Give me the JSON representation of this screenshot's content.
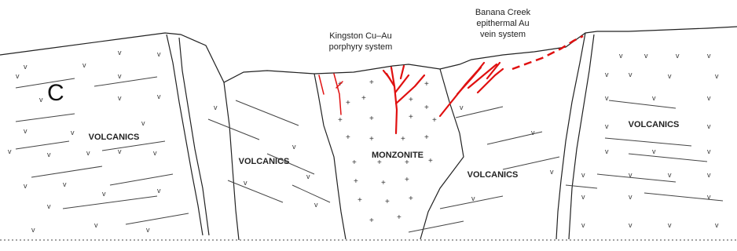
{
  "panel_letter": "C",
  "annotations": {
    "porphyry": [
      "Kingston Cu–Au",
      "porphyry system"
    ],
    "epithermal": [
      "Banana Creek",
      "epithermal Au",
      "vein system"
    ]
  },
  "units": {
    "volcanics_left": "VOLCANICS",
    "volcanics_center": "VOLCANICS",
    "monzonite": "MONZONITE",
    "volcanics_right_lower": "VOLCANICS",
    "volcanics_right": "VOLCANICS"
  },
  "symbols": {
    "volcanic": "v",
    "intrusive": "+"
  },
  "colors": {
    "vein": "#e01010",
    "linework": "#222222"
  }
}
